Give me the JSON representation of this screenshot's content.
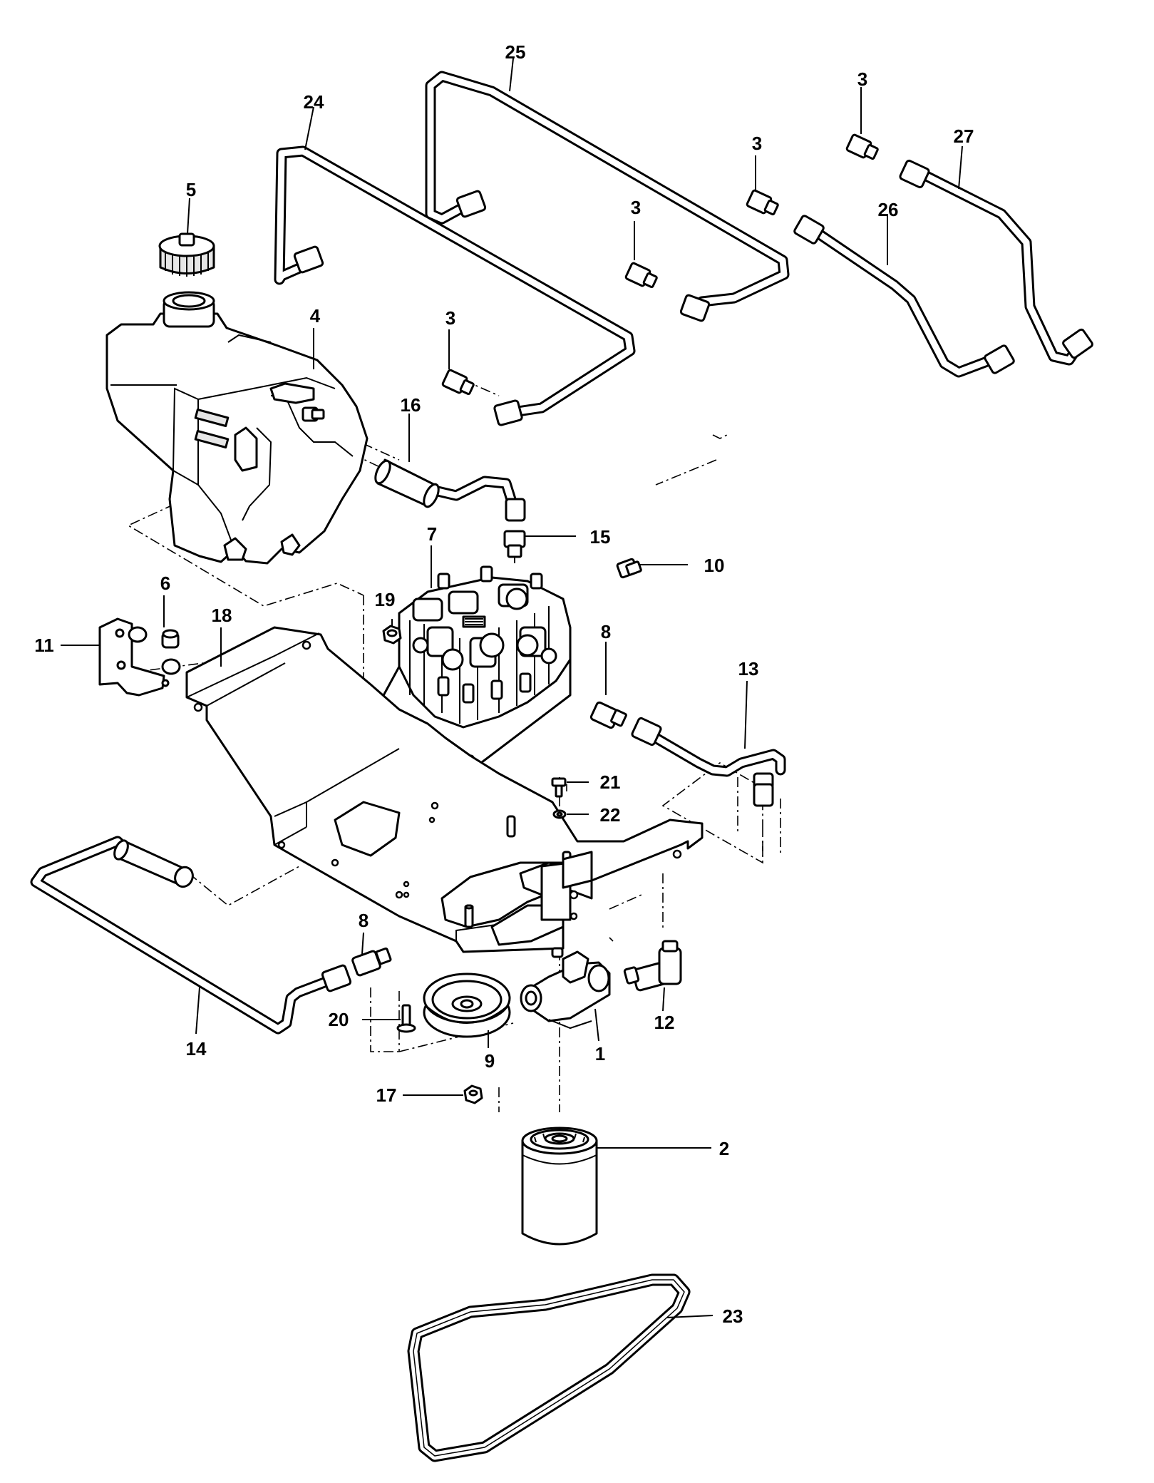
{
  "diagram": {
    "callouts": [
      {
        "id": "c25",
        "text": "25"
      },
      {
        "id": "c24",
        "text": "24"
      },
      {
        "id": "c3a",
        "text": "3"
      },
      {
        "id": "c3b",
        "text": "3"
      },
      {
        "id": "c27",
        "text": "27"
      },
      {
        "id": "c5",
        "text": "5"
      },
      {
        "id": "c3c",
        "text": "3"
      },
      {
        "id": "c26",
        "text": "26"
      },
      {
        "id": "c4",
        "text": "4"
      },
      {
        "id": "c3d",
        "text": "3"
      },
      {
        "id": "c16",
        "text": "16"
      },
      {
        "id": "c15",
        "text": "15"
      },
      {
        "id": "c7",
        "text": "7"
      },
      {
        "id": "c10",
        "text": "10"
      },
      {
        "id": "c6",
        "text": "6"
      },
      {
        "id": "c19",
        "text": "19"
      },
      {
        "id": "c18",
        "text": "18"
      },
      {
        "id": "c11",
        "text": "11"
      },
      {
        "id": "c8a",
        "text": "8"
      },
      {
        "id": "c13",
        "text": "13"
      },
      {
        "id": "c21",
        "text": "21"
      },
      {
        "id": "c22",
        "text": "22"
      },
      {
        "id": "c8b",
        "text": "8"
      },
      {
        "id": "c20",
        "text": "20"
      },
      {
        "id": "c12",
        "text": "12"
      },
      {
        "id": "c14",
        "text": "14"
      },
      {
        "id": "c9",
        "text": "9"
      },
      {
        "id": "c1",
        "text": "1"
      },
      {
        "id": "c17",
        "text": "17"
      },
      {
        "id": "c2",
        "text": "2"
      },
      {
        "id": "c23",
        "text": "23"
      }
    ]
  }
}
